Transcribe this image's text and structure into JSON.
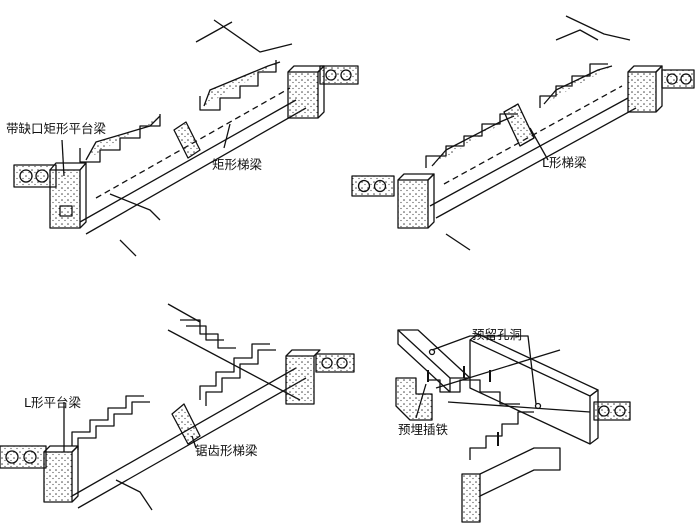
{
  "labels": {
    "notched_platform_beam": "带缺口矩形平台梁",
    "rectangular_stair_beam": "矩形梯梁",
    "l_stair_beam": "L形梯梁",
    "l_platform_beam": "L形平台梁",
    "sawtooth_stair_beam": "锯齿形梯梁",
    "reserved_hole": "预留孔洞",
    "embedded_dowel": "预埋插铁"
  }
}
